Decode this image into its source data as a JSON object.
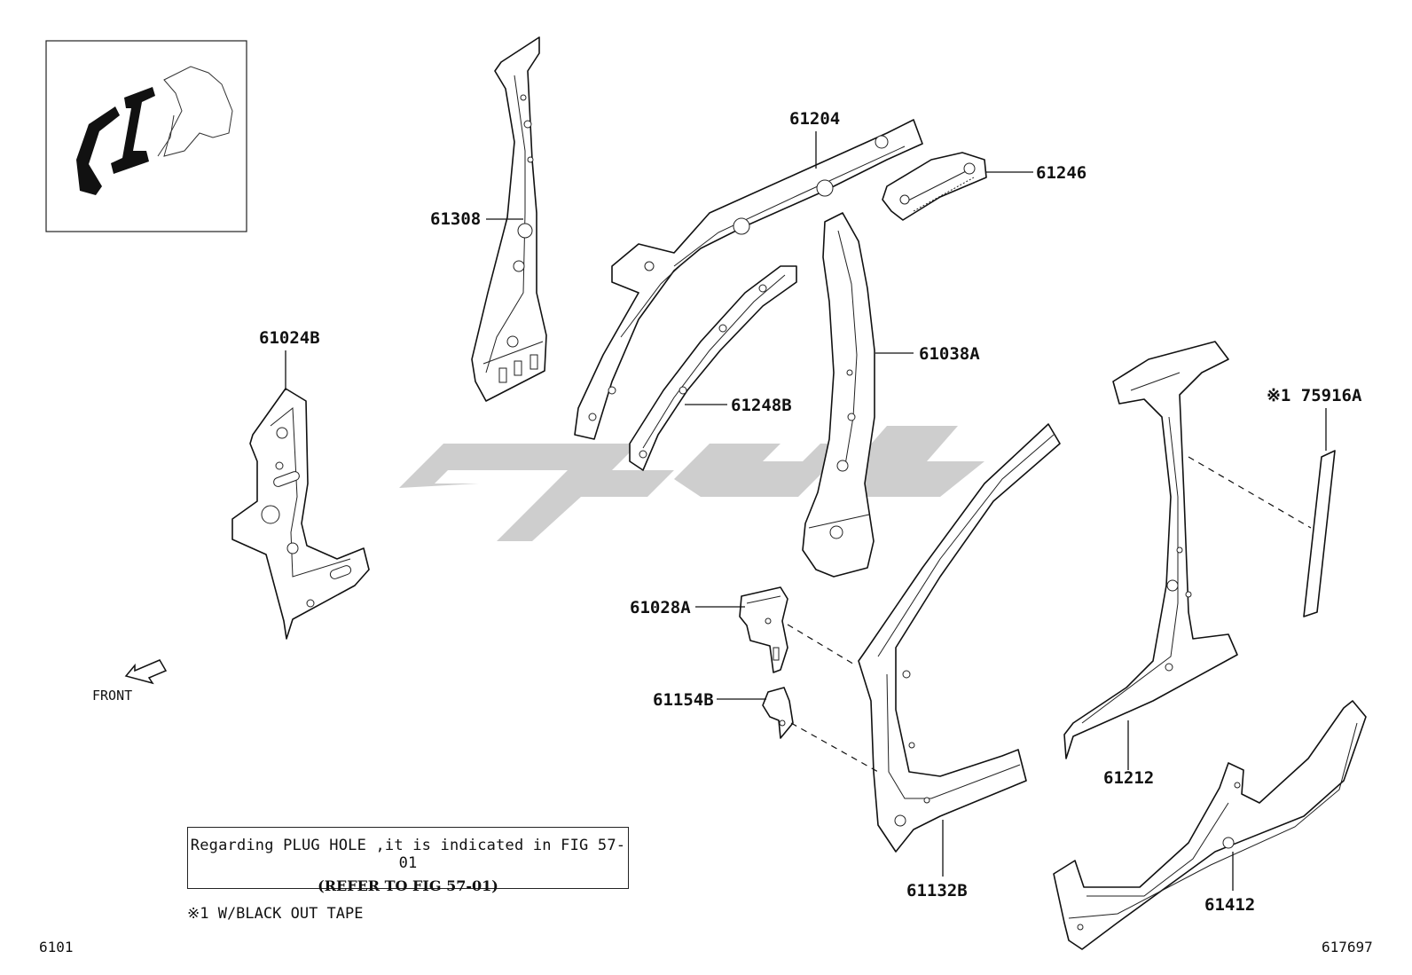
{
  "labels": {
    "p61308": "61308",
    "p61204": "61204",
    "p61246": "61246",
    "p61024B": "61024B",
    "p61038A": "61038A",
    "p61248B": "61248B",
    "p75916A": "※1 75916A",
    "p61028A": "61028A",
    "p61154B": "61154B",
    "p61212": "61212",
    "p61132B": "61132B",
    "p61412": "61412"
  },
  "front_label": "FRONT",
  "note": {
    "line1": "Regarding PLUG HOLE ,it is indicated in FIG 57-01",
    "line2": "(REFER TO FIG 57-01)"
  },
  "footnote": "※1 W/BLACK OUT TAPE",
  "fig_number": "6101",
  "illustration_number": "617697"
}
